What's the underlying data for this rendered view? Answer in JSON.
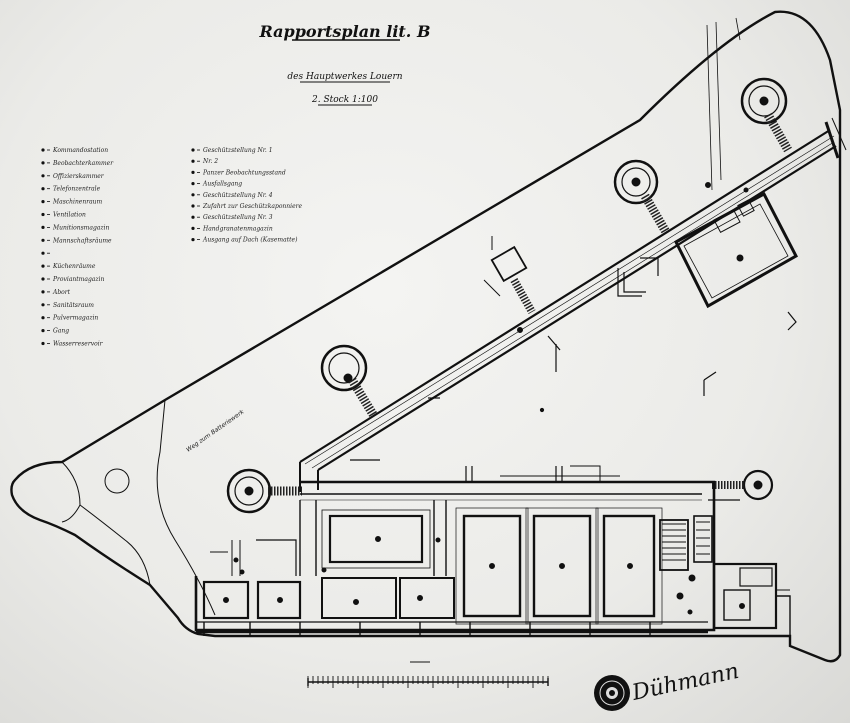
{
  "plan": {
    "title": "Rapportsplan lit. B",
    "subtitle": "des Hauptwerkes Louern",
    "level": "2. Stock 1:100",
    "path_label": "Weg zum Batteriewerk",
    "signature": "Dühmann"
  },
  "legend": {
    "left_column": [
      "Kommandostation",
      "Beobachterkammer",
      "Offizierskammer",
      "Telefonzentrale",
      "Maschinenraum",
      "Ventilation",
      "Munitionsmagazin",
      "Mannschaftsräume",
      "",
      "Küchenräume",
      "Proviantmagazin",
      "Abort",
      "Sanitätsraum",
      "Pulvermagazin",
      "Gang",
      "Wasserreservoir"
    ],
    "right_column": [
      "Geschützstellung Nr. 1",
      "Nr. 2",
      "Panzer Beobachtungsstand",
      "Ausfallsgang",
      "Geschützstellung Nr. 4",
      "Zufahrt zur Geschützkaponniere",
      "Geschützstellung Nr. 3",
      "Handgranatenmagazin",
      "Ausgang auf Dach (Kasematte)"
    ]
  },
  "colors": {
    "paper": "#ececea",
    "ink": "#111111",
    "frame": "#0d0d0d"
  }
}
